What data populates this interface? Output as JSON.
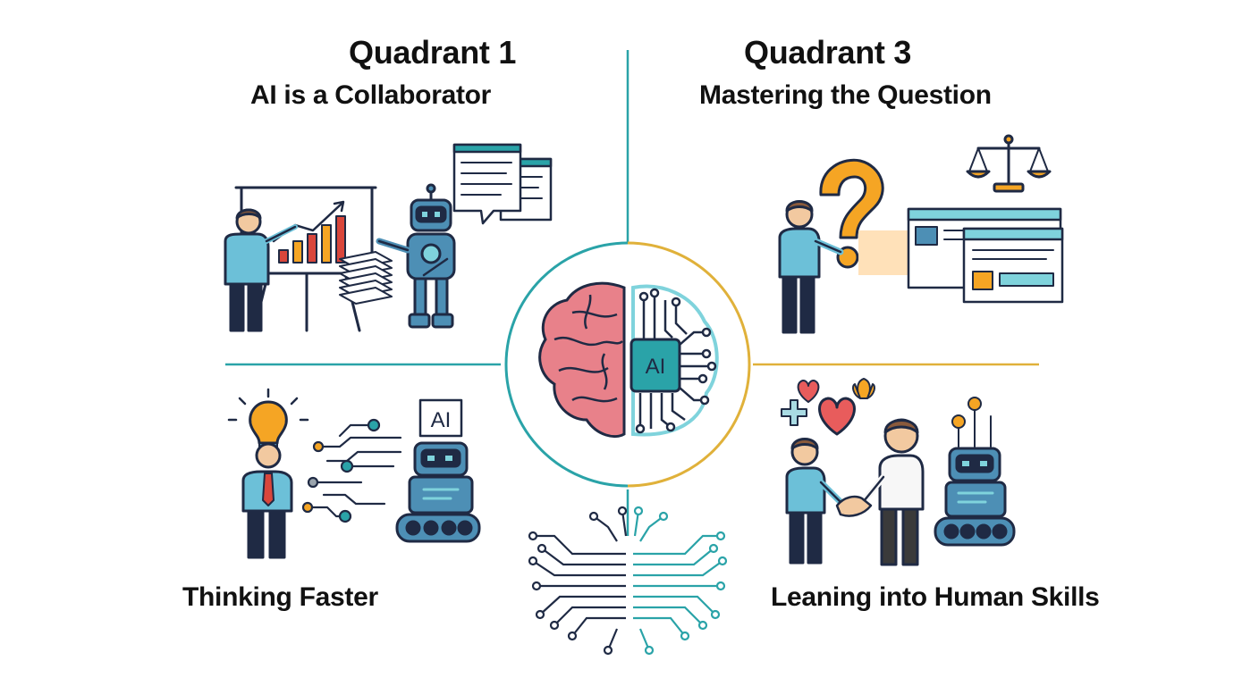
{
  "quadrants": [
    {
      "title": "Quadrant 1",
      "subtitle": "AI is a Collaborator"
    },
    {
      "title": "Quadrant 3",
      "subtitle": "Mastering the Question"
    },
    {
      "subtitle": "Thinking Faster"
    },
    {
      "subtitle": "Leaning into Human Skills"
    }
  ],
  "center": {
    "chip_label": "AI"
  },
  "q2": {
    "badge_label": "AI"
  },
  "colors": {
    "teal": "#2aa3a8",
    "gold": "#e0b13a",
    "navy": "#1f2a44",
    "skin": "#f2c9a0",
    "shirt": "#6cc0d8",
    "brain": "#e8818a",
    "robot": "#4d8fb5",
    "orange": "#f5a524",
    "red": "#d9463b"
  }
}
